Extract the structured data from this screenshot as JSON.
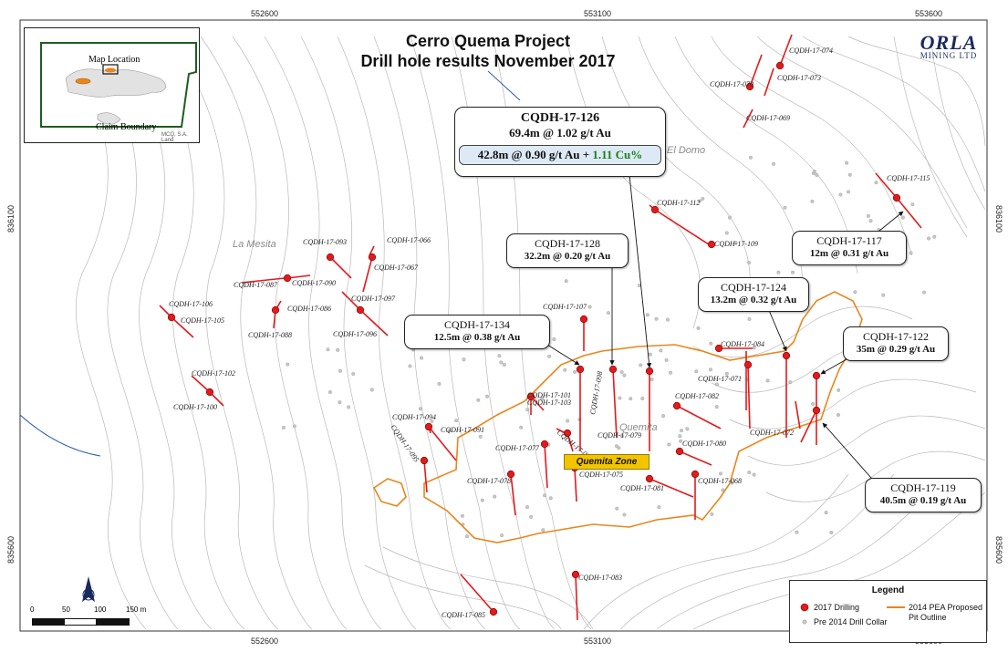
{
  "title": {
    "line1": "Cerro Quema Project",
    "line2": "Drill hole results November 2017"
  },
  "logo": {
    "name": "ORLA",
    "sub": "MINING LTD"
  },
  "coords": {
    "top": [
      "552600",
      "553100",
      "553600"
    ],
    "bottom": [
      "552600",
      "553100",
      "553600"
    ],
    "left": [
      "836100",
      "835600"
    ],
    "right": [
      "836100",
      "835600"
    ]
  },
  "inset": {
    "map_location": "Map Location",
    "claim_boundary": "Claim Boundary",
    "note": "MCQ, S.A. Land"
  },
  "area_labels": {
    "el_domo": "El Domo",
    "la_mesita": "La Mesita",
    "quemita": "Quemita"
  },
  "zone_label": "Quemita Zone",
  "callouts": {
    "c126": {
      "hole": "CQDH-17-126",
      "res1": "69.4m @ 1.02 g/t Au",
      "res2a": "42.8m @ 0.90 g/t Au",
      "res2plus": " + ",
      "res2cu": "1.11 Cu%"
    },
    "c128": {
      "hole": "CQDH-17-128",
      "res": "32.2m @ 0.20 g/t Au"
    },
    "c134": {
      "hole": "CQDH-17-134",
      "res": "12.5m @ 0.38 g/t Au"
    },
    "c117": {
      "hole": "CQDH-17-117",
      "res": "12m @ 0.31 g/t Au"
    },
    "c124": {
      "hole": "CQDH-17-124",
      "res": "13.2m @ 0.32 g/t Au"
    },
    "c122": {
      "hole": "CQDH-17-122",
      "res": "35m @ 0.29 g/t Au"
    },
    "c119": {
      "hole": "CQDH-17-119",
      "res": "40.5m @ 0.19 g/t Au"
    }
  },
  "hole_labels": {
    "h074": "CQDH-17-074",
    "h073": "CQDH-17-073",
    "h070": "CQDH-17-070",
    "h069": "CQDH-17-069",
    "h115": "CQDH-17-115",
    "h112": "CQDH-17-112",
    "h109": "CQDH-17-109",
    "h093": "CQDH-17-093",
    "h066": "CQDH-17-066",
    "h067": "CQDH-17-067",
    "h087": "CQDH-17-087",
    "h090": "CQDH-17-090",
    "h097": "CQDH-17-097",
    "h106": "CQDH-17-106",
    "h105": "CQDH-17-105",
    "h086": "CQDH-17-086",
    "h088": "CQDH-17-088",
    "h096": "CQDH-17-096",
    "h107": "CQDH-17-107",
    "h102": "CQDH-17-102",
    "h100": "CQDH-17-100",
    "h101": "CQDH-17-101",
    "h103": "CQDH-17-103",
    "h098": "CQDH-17-098",
    "h094": "CQDH-17-094",
    "h091": "CQDH-17-091",
    "h095": "CQDH-17-095",
    "h076": "CQDH-17-076",
    "h079": "CQDH-17-079",
    "h077": "CQDH-17-077",
    "h078": "CQDH-17-078",
    "h075": "CQDH-17-075",
    "h081": "CQDH-17-081",
    "h068": "CQDH-17-068",
    "h080": "CQDH-17-080",
    "h082": "CQDH-17-082",
    "h071": "CQDH-17-071",
    "h084": "CQDH-17-084",
    "h072": "CQDH-17-072",
    "h083": "CQDH-17-083",
    "h085": "CQDH-17-085"
  },
  "legend": {
    "title": "Legend",
    "drilling_2017": "2017 Drilling",
    "pre2014": "Pre 2014 Drill Collar",
    "pit_outline": "2014 PEA Proposed Pit Outline"
  },
  "scale": {
    "t0": "0",
    "t1": "50",
    "t2": "100",
    "t3": "150 m"
  },
  "colors": {
    "drill": "#e31a1c",
    "pit": "#e8861c",
    "contour": "#b4b4b4",
    "collar": "#c8c8c8",
    "callout_inner": "#ddeaf5",
    "cu": "#1b7f1b",
    "zone": "#f2c500"
  }
}
